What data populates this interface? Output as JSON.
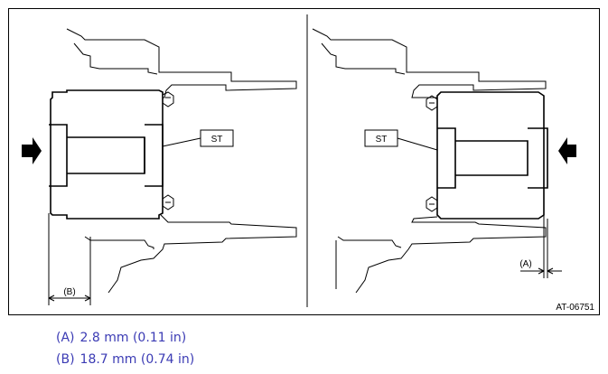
{
  "figure": {
    "code": "AT-06751",
    "left_panel": {
      "tool_label": "ST",
      "dimension_label": "(B)"
    },
    "right_panel": {
      "tool_label": "ST",
      "dimension_label": "(A)"
    }
  },
  "legend": {
    "items": [
      {
        "key": "(A)",
        "value": "2.8 mm (0.11 in)"
      },
      {
        "key": "(B)",
        "value": "18.7 mm (0.74 in)"
      }
    ]
  },
  "colors": {
    "legend_text": "#3b3bb4",
    "line": "#000000"
  },
  "icons": [
    "arrow-right-icon",
    "arrow-left-icon"
  ]
}
